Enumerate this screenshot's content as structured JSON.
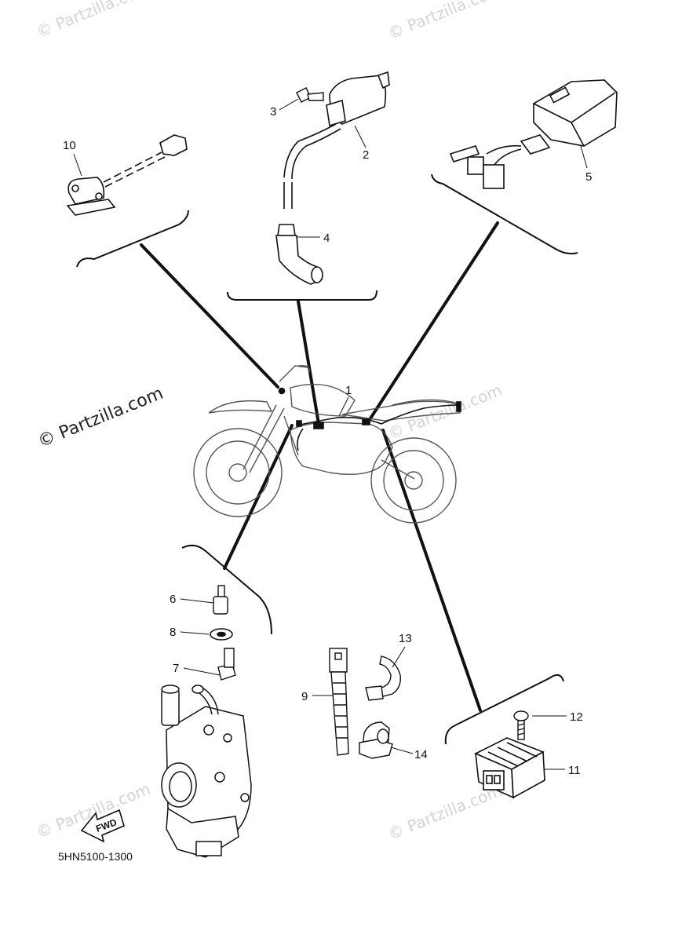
{
  "watermark": {
    "main": "© Partzilla.com",
    "faint": "© Partzilla.com"
  },
  "diagram_code": "5HN5100-1300",
  "fwd_label": "FWD",
  "callouts": {
    "c1": "1",
    "c2": "2",
    "c3": "3",
    "c4": "4",
    "c5": "5",
    "c6": "6",
    "c7": "7",
    "c8": "8",
    "c9": "9",
    "c10": "10",
    "c11": "11",
    "c12": "12",
    "c13": "13",
    "c14": "14"
  }
}
